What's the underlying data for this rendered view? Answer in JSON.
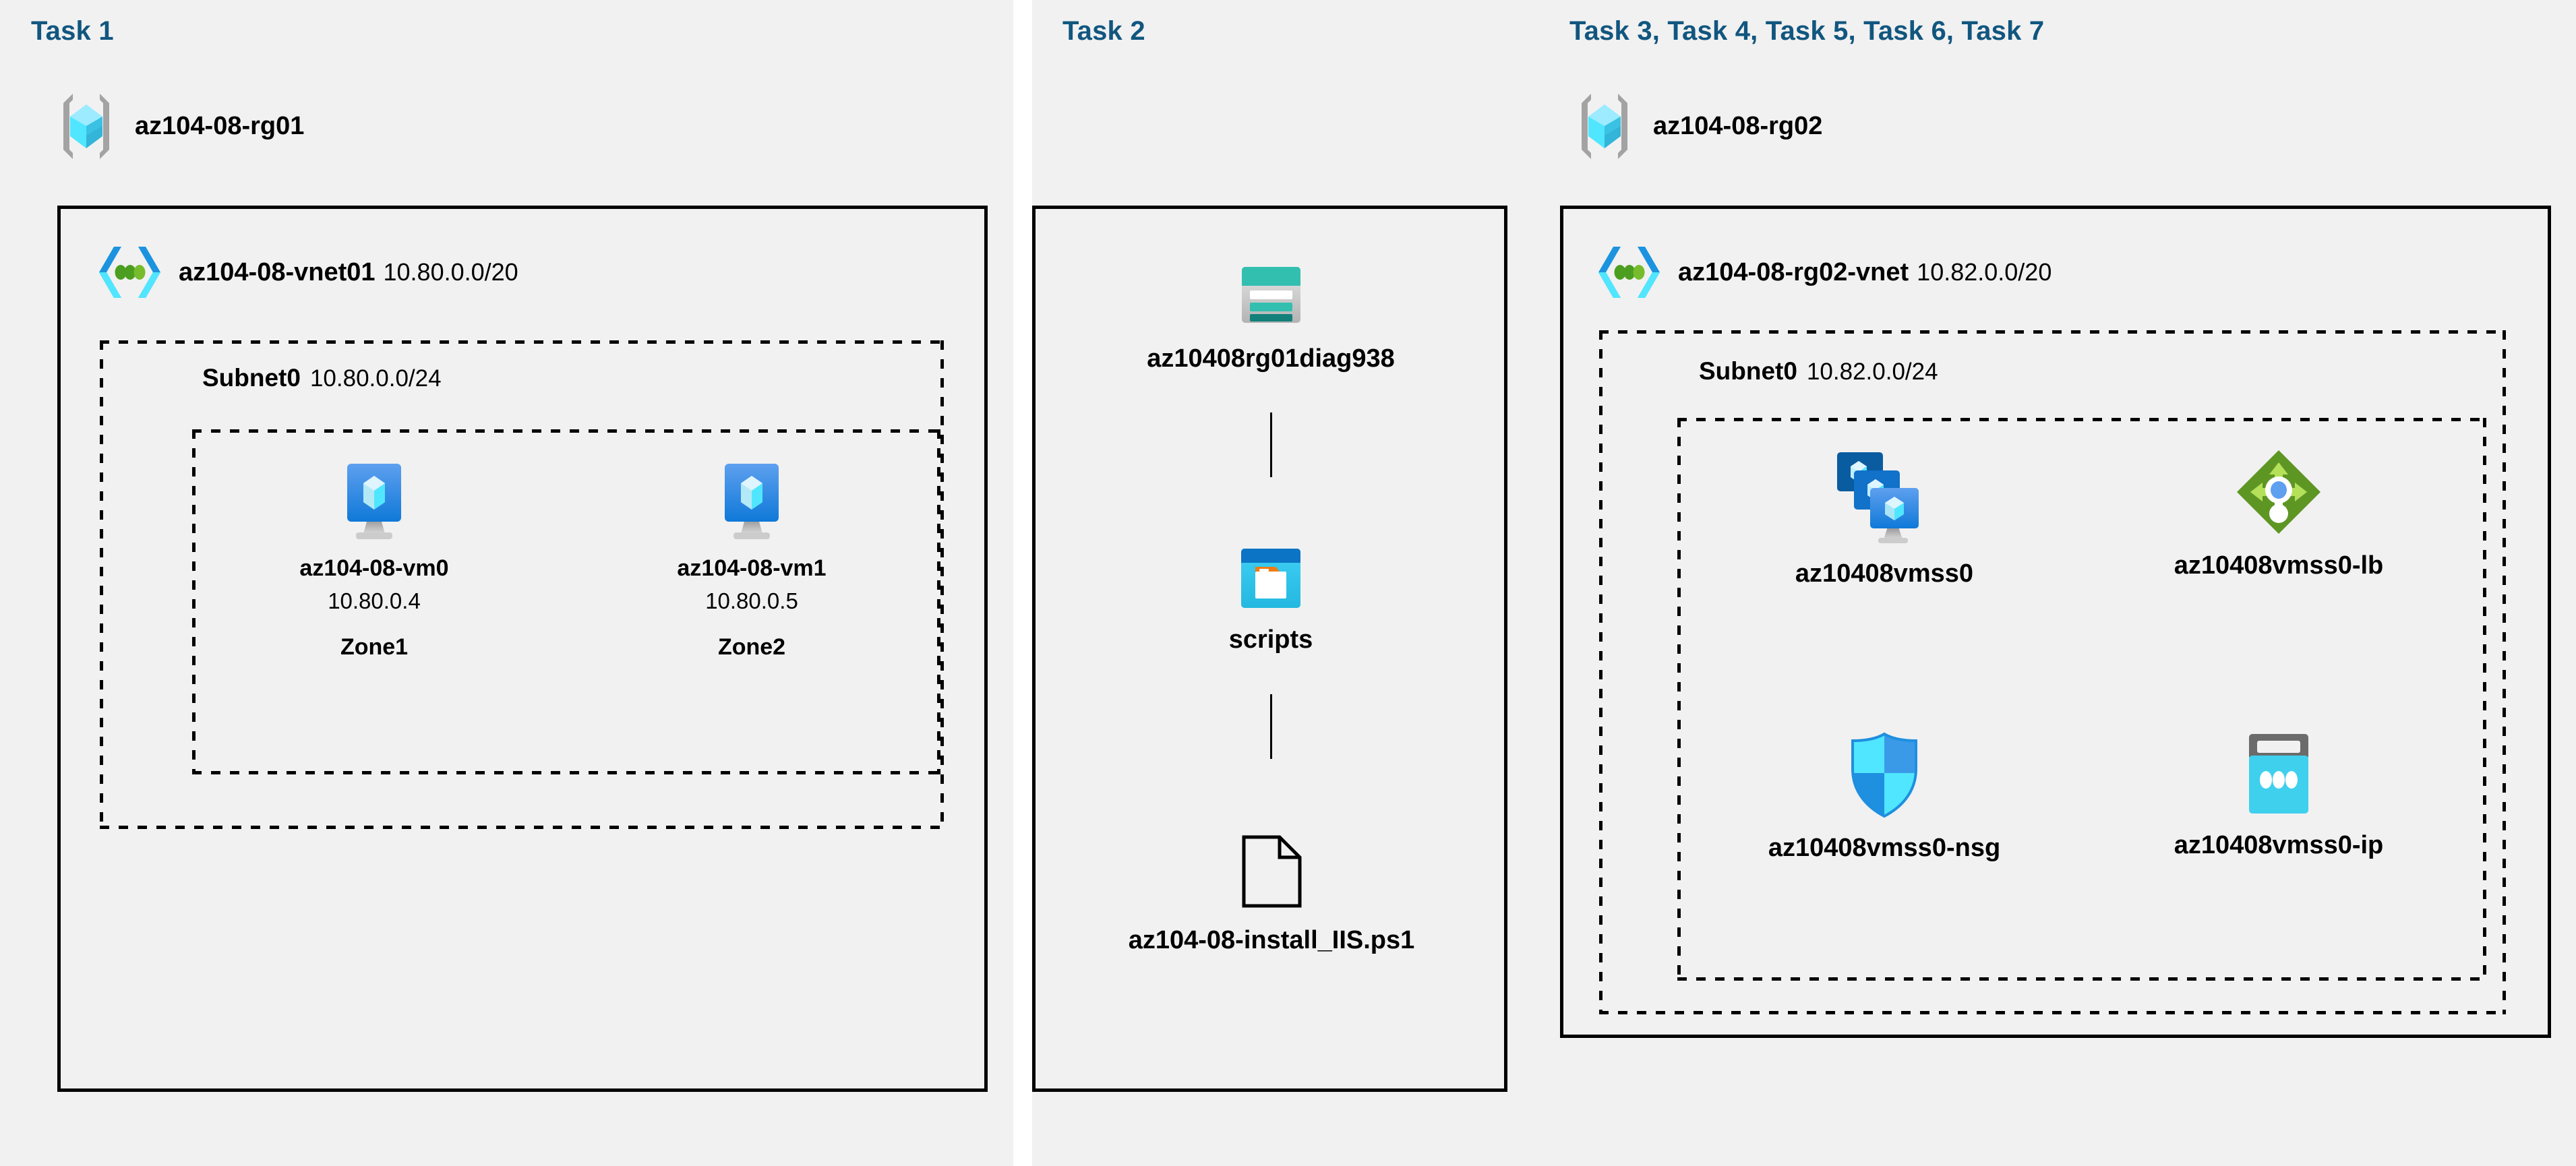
{
  "panels": {
    "left": {
      "task_title": "Task 1",
      "resource_group": {
        "name": "az104-08-rg01",
        "icon": "resource-group-icon"
      },
      "vnet": {
        "name": "az104-08-vnet01",
        "cidr": "10.80.0.0/20",
        "icon": "virtual-network-icon"
      },
      "subnet": {
        "name": "Subnet0",
        "cidr": "10.80.0.0/24"
      },
      "vms": [
        {
          "icon": "virtual-machine-icon",
          "name": "az104-08-vm0",
          "ip": "10.80.0.4",
          "zone": "Zone1"
        },
        {
          "icon": "virtual-machine-icon",
          "name": "az104-08-vm1",
          "ip": "10.80.0.5",
          "zone": "Zone2"
        }
      ]
    },
    "middle": {
      "task_title": "Task 2",
      "items": [
        {
          "icon": "storage-account-icon",
          "name": "az10408rg01diag938"
        },
        {
          "icon": "blob-container-icon",
          "name": "scripts"
        },
        {
          "icon": "file-icon",
          "name": "az104-08-install_IIS.ps1"
        }
      ]
    },
    "right": {
      "task_title": "Task 3, Task 4, Task 5, Task 6, Task 7",
      "resource_group": {
        "name": "az104-08-rg02",
        "icon": "resource-group-icon"
      },
      "vnet": {
        "name": "az104-08-rg02-vnet",
        "cidr": "10.82.0.0/20",
        "icon": "virtual-network-icon"
      },
      "subnet": {
        "name": "Subnet0",
        "cidr": "10.82.0.0/24"
      },
      "resources": [
        {
          "icon": "vm-scale-set-icon",
          "name": "az10408vmss0"
        },
        {
          "icon": "load-balancer-icon",
          "name": "az10408vmss0-lb"
        },
        {
          "icon": "network-security-group-icon",
          "name": "az10408vmss0-nsg"
        },
        {
          "icon": "public-ip-address-icon",
          "name": "az10408vmss0-ip"
        }
      ]
    }
  },
  "colors": {
    "task_title": "#11567f",
    "panel_background": "#f1f1f1",
    "page_background": "#ffffff",
    "border": "#000000",
    "azure_blue": "#0078d4",
    "azure_cyan": "#50e6ff",
    "storage_teal": "#32bfb0",
    "lb_green": "#5e9624"
  }
}
